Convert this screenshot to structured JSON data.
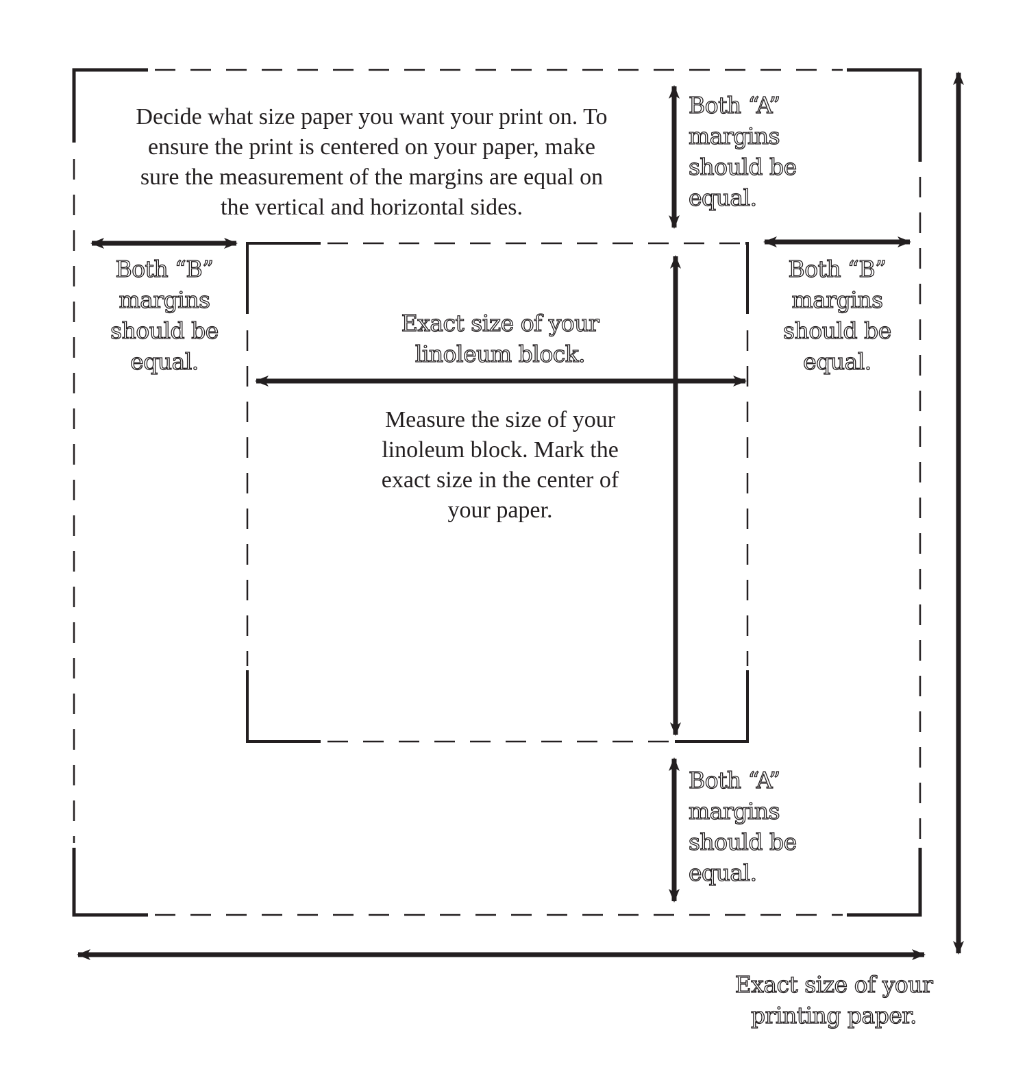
{
  "colors": {
    "ink": "#231f20",
    "paper": "#ffffff"
  },
  "instructions": {
    "paper": [
      "Decide what size paper you want your print on. To",
      "ensure the print is centered on your paper, make",
      "sure the measurement of the margins are equal on",
      "the vertical and horizontal sides."
    ],
    "block": [
      "Measure the size of your",
      "linoleum block. Mark the",
      "exact size in the center of",
      "your paper."
    ]
  },
  "labels": {
    "margin_a_top": [
      "Both “A”",
      "margins",
      "should be",
      "equal."
    ],
    "margin_a_bottom": [
      "Both “A”",
      "margins",
      "should be",
      "equal."
    ],
    "margin_b_left": [
      "Both “B”",
      "margins",
      "should be",
      "equal."
    ],
    "margin_b_right": [
      "Both “B”",
      "margins",
      "should be",
      "equal."
    ],
    "block_size": [
      "Exact size of your",
      "linoleum block."
    ],
    "paper_size": [
      "Exact size of your",
      "printing paper."
    ]
  }
}
